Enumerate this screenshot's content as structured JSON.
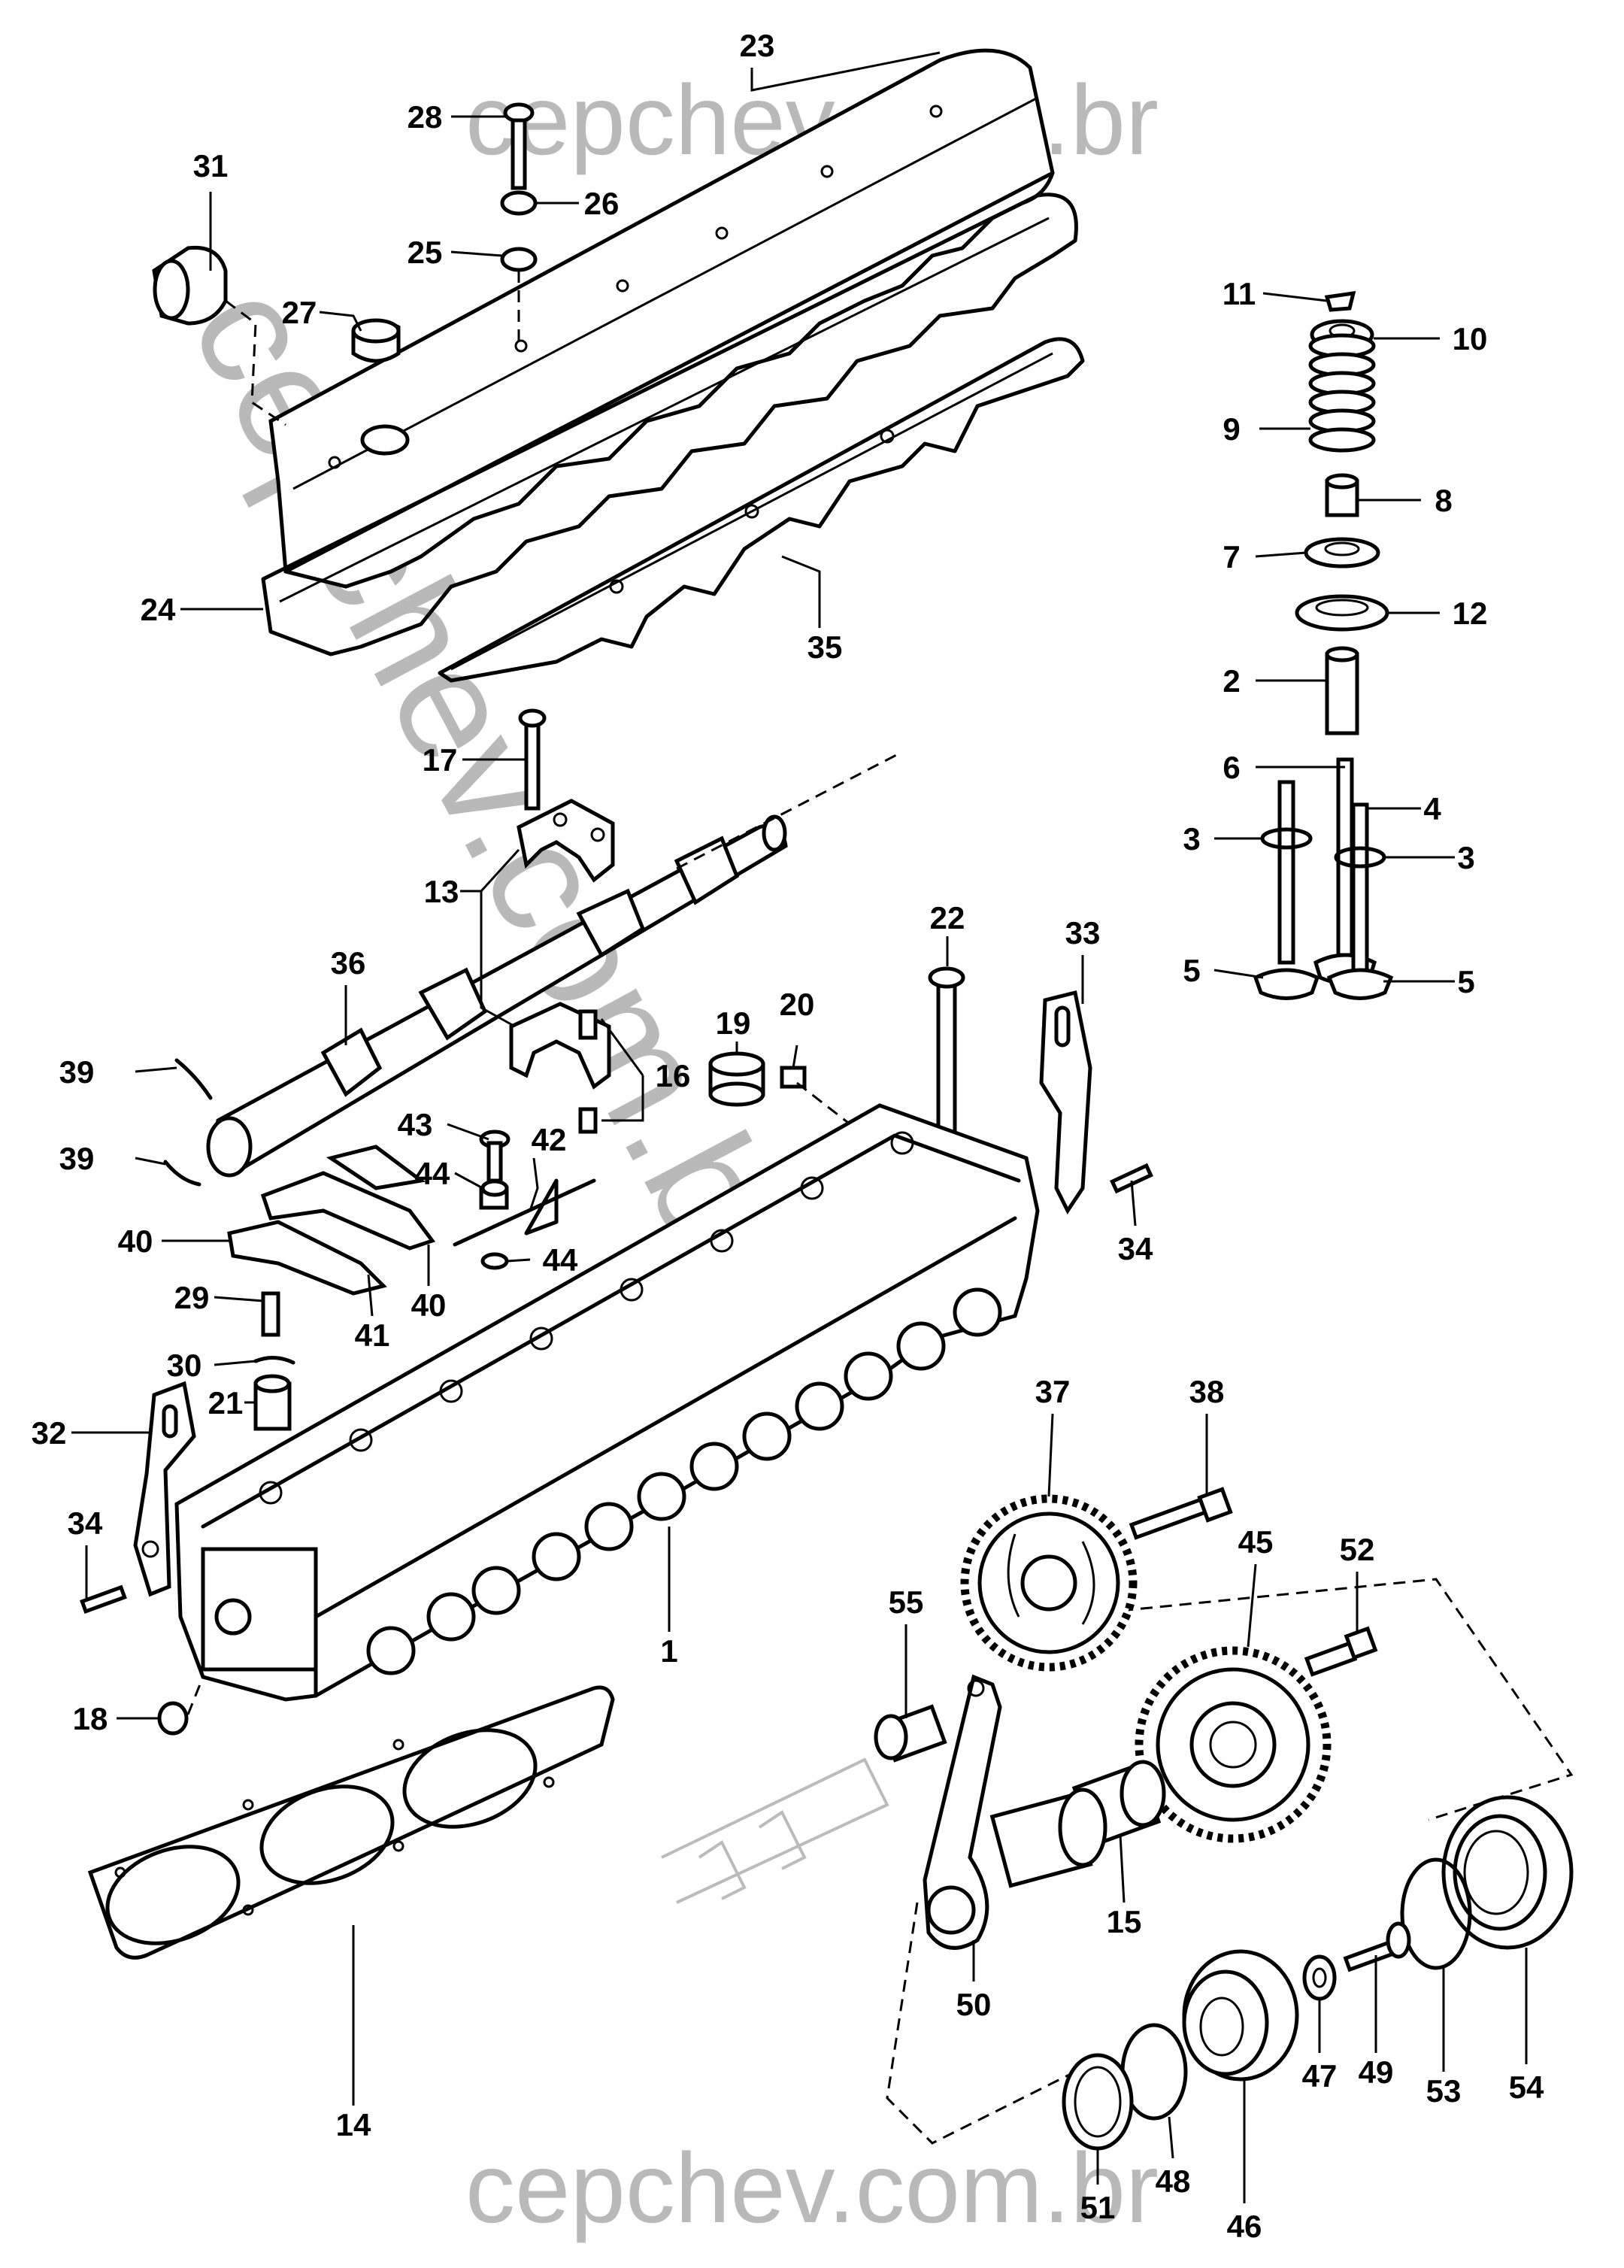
{
  "watermark": {
    "top": "cepchev.com.br",
    "bottom": "cepchev.com.br",
    "diagonal": "cepchev.com.br"
  },
  "callouts": {
    "n1": "1",
    "n2": "2",
    "n3a": "3",
    "n3b": "3",
    "n4": "4",
    "n5a": "5",
    "n5b": "5",
    "n6": "6",
    "n7": "7",
    "n8": "8",
    "n9": "9",
    "n10": "10",
    "n11": "11",
    "n12": "12",
    "n13": "13",
    "n14": "14",
    "n15": "15",
    "n16": "16",
    "n17": "17",
    "n18": "18",
    "n19": "19",
    "n20": "20",
    "n21": "21",
    "n22": "22",
    "n23": "23",
    "n24": "24",
    "n25": "25",
    "n26": "26",
    "n27": "27",
    "n28": "28",
    "n29": "29",
    "n30": "30",
    "n31": "31",
    "n32": "32",
    "n33": "33",
    "n34a": "34",
    "n34b": "34",
    "n35": "35",
    "n36": "36",
    "n37": "37",
    "n38": "38",
    "n39a": "39",
    "n39b": "39",
    "n40a": "40",
    "n40b": "40",
    "n41": "41",
    "n42": "42",
    "n43": "43",
    "n44a": "44",
    "n44b": "44",
    "n45": "45",
    "n46": "46",
    "n47": "47",
    "n48": "48",
    "n49": "49",
    "n50": "50",
    "n51": "51",
    "n52": "52",
    "n53": "53",
    "n54": "54",
    "n55": "55"
  }
}
